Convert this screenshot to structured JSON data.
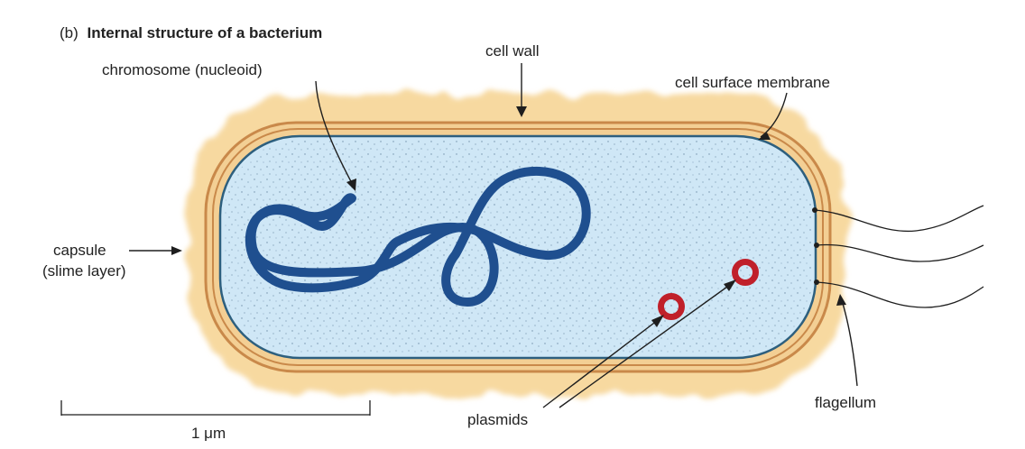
{
  "title": {
    "prefix": "(b)",
    "text": "Internal structure of a bacterium"
  },
  "labels": {
    "cell_wall": "cell wall",
    "chromosome": "chromosome (nucleoid)",
    "cell_surface_membrane": "cell surface membrane",
    "capsule_line1": "capsule",
    "capsule_line2": "(slime layer)",
    "plasmids": "plasmids",
    "flagellum": "flagellum"
  },
  "scale_bar": {
    "label": "1 μm"
  },
  "colors": {
    "capsule": "#f7d9a0",
    "cell_wall": "#c9894a",
    "membrane": "#2d5f7e",
    "cytoplasm": "#cfe7f6",
    "chromosome": "#1f4f8f",
    "plasmid": "#c0202a"
  }
}
